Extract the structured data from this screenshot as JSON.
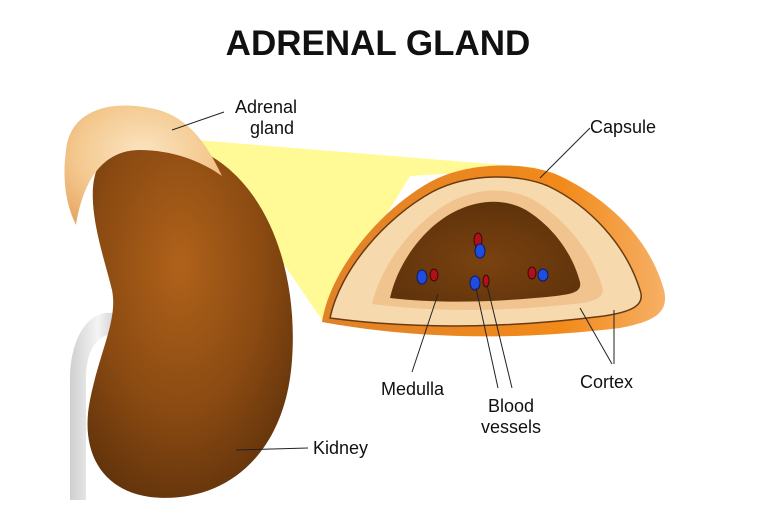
{
  "title": "ADRENAL GLAND",
  "labels": {
    "adrenal_gland": [
      "Adrenal",
      "gland"
    ],
    "capsule": "Capsule",
    "medulla": "Medulla",
    "blood_vessels": [
      "Blood",
      "vessels"
    ],
    "cortex": "Cortex",
    "kidney": "Kidney"
  },
  "colors": {
    "kidney": "#8a4a12",
    "adrenal": "#f2c996",
    "capsule": "#f08a1e",
    "cortex": "#f7d9ae",
    "medulla": "#6b3a10",
    "zoom_projection": "#fffa8c",
    "ureter": "#d9d9d9",
    "vessel_blue": "#1f4de0",
    "vessel_red": "#b0101a"
  }
}
